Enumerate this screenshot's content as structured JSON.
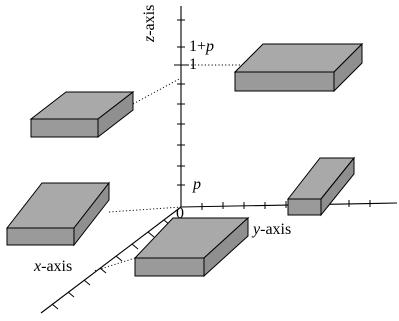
{
  "labels": {
    "z_axis": "z-axis",
    "y_axis": "y-axis",
    "x_axis": "x-axis",
    "origin": "0",
    "z_tick_1p": "1+p",
    "z_tick_1": "1",
    "z_tick_p": "p"
  },
  "colors": {
    "box_top": "#a9a9a9",
    "box_front": "#9a9a9a",
    "box_side": "#8f8f8f"
  }
}
